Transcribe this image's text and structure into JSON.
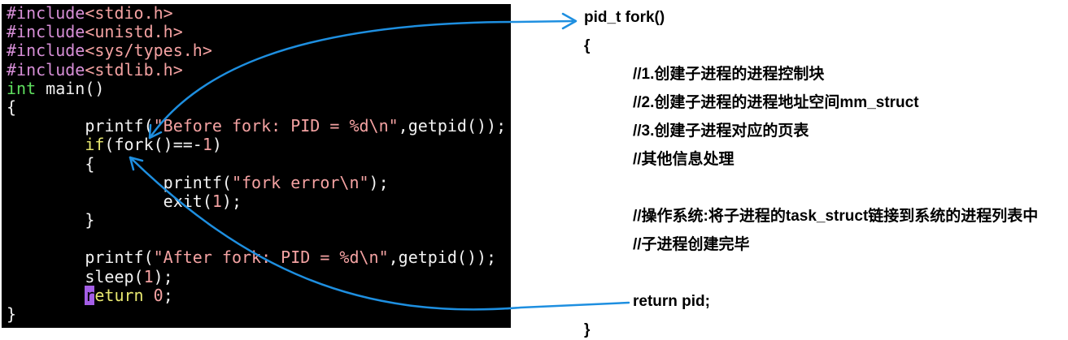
{
  "colors": {
    "canvas_background": "#ffffff",
    "terminal_background": "#000000",
    "arrow": "#1e8fe0",
    "annotation_text": "#000000"
  },
  "editor": {
    "lines": [
      {
        "indent": 0,
        "tokens": [
          {
            "text": "#include",
            "color": "#d78fd7"
          },
          {
            "text": "<stdio.h>",
            "color": "#f4a2a2"
          }
        ]
      },
      {
        "indent": 0,
        "tokens": [
          {
            "text": "#include",
            "color": "#d78fd7"
          },
          {
            "text": "<unistd.h>",
            "color": "#f4a2a2"
          }
        ]
      },
      {
        "indent": 0,
        "tokens": [
          {
            "text": "#include",
            "color": "#d78fd7"
          },
          {
            "text": "<sys/types.h>",
            "color": "#f4a2a2"
          }
        ]
      },
      {
        "indent": 0,
        "tokens": [
          {
            "text": "#include",
            "color": "#d78fd7"
          },
          {
            "text": "<stdlib.h>",
            "color": "#f4a2a2"
          }
        ]
      },
      {
        "indent": 0,
        "tokens": [
          {
            "text": "int",
            "color": "#5fe05f"
          },
          {
            "text": " main()",
            "color": "#f2f2f2"
          }
        ]
      },
      {
        "indent": 0,
        "tokens": [
          {
            "text": "{",
            "color": "#f2f2f2"
          }
        ]
      },
      {
        "indent": 1,
        "tokens": [
          {
            "text": "printf(",
            "color": "#f2f2f2"
          },
          {
            "text": "\"Before fork: PID = %d\\n\"",
            "color": "#f4a2a2"
          },
          {
            "text": ",getpid());",
            "color": "#f2f2f2"
          }
        ]
      },
      {
        "indent": 1,
        "tokens": [
          {
            "text": "if",
            "color": "#e8e870"
          },
          {
            "text": "(fork()==-",
            "color": "#f2f2f2"
          },
          {
            "text": "1",
            "color": "#f4a2a2"
          },
          {
            "text": ")",
            "color": "#f2f2f2"
          }
        ]
      },
      {
        "indent": 1,
        "tokens": [
          {
            "text": "{",
            "color": "#f2f2f2"
          }
        ]
      },
      {
        "indent": 2,
        "tokens": [
          {
            "text": "printf(",
            "color": "#f2f2f2"
          },
          {
            "text": "\"fork error\\n\"",
            "color": "#f4a2a2"
          },
          {
            "text": ");",
            "color": "#f2f2f2"
          }
        ]
      },
      {
        "indent": 2,
        "tokens": [
          {
            "text": "exit(",
            "color": "#f2f2f2"
          },
          {
            "text": "1",
            "color": "#f4a2a2"
          },
          {
            "text": ");",
            "color": "#f2f2f2"
          }
        ]
      },
      {
        "indent": 1,
        "tokens": [
          {
            "text": "}",
            "color": "#f2f2f2"
          }
        ]
      },
      {
        "indent": 0,
        "tokens": []
      },
      {
        "indent": 1,
        "tokens": [
          {
            "text": "printf(",
            "color": "#f2f2f2"
          },
          {
            "text": "\"After fork: PID = %d\\n\"",
            "color": "#f4a2a2"
          },
          {
            "text": ",getpid());",
            "color": "#f2f2f2"
          }
        ]
      },
      {
        "indent": 1,
        "tokens": [
          {
            "text": "sleep(",
            "color": "#f2f2f2"
          },
          {
            "text": "1",
            "color": "#f4a2a2"
          },
          {
            "text": ");",
            "color": "#f2f2f2"
          }
        ]
      },
      {
        "indent": 1,
        "tokens": [
          {
            "text": "r",
            "color": "#000000",
            "background": "#a45ee6"
          },
          {
            "text": "eturn",
            "color": "#e8e870"
          },
          {
            "text": " 0",
            "color": "#f4a2a2"
          },
          {
            "text": ";",
            "color": "#f2f2f2"
          }
        ]
      },
      {
        "indent": 0,
        "tokens": [
          {
            "text": "}",
            "color": "#f2f2f2"
          }
        ]
      }
    ]
  },
  "annotation": {
    "signature": "pid_t fork()",
    "open_brace": "{",
    "steps": [
      "//1.创建子进程的进程控制块",
      "//2.创建子进程的进程地址空间mm_struct",
      "//3.创建子进程对应的页表",
      "//其他信息处理"
    ],
    "os_steps": [
      "//操作系统:将子进程的task_struct链接到系统的进程列表中",
      "//子进程创建完毕"
    ],
    "return_statement": "return pid;",
    "close_brace": "}"
  }
}
